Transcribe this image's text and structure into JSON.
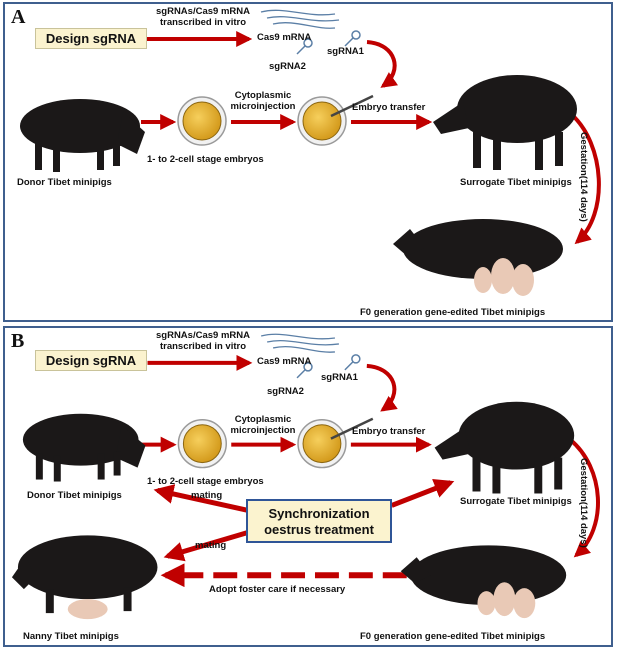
{
  "panel_a": {
    "letter": "A",
    "design_label": "Design sgRNA",
    "transcribe_label_1": "sgRNAs/Cas9 mRNA",
    "transcribe_label_2": "transcribed in vitro",
    "cas9_label": "Cas9 mRNA",
    "sgrna1_label": "sgRNA1",
    "sgrna2_label": "sgRNA2",
    "microinjection_label_1": "Cytoplasmic",
    "microinjection_label_2": "microinjection",
    "embryo_transfer_label": "Embryo transfer",
    "embryo_stage_label": "1- to 2-cell stage embryos",
    "donor_label": "Donor Tibet minipigs",
    "surrogate_label": "Surrogate Tibet minipigs",
    "gestation_label": "Gestation(114 days)",
    "f0_label": "F0 generation gene-edited Tibet minipigs"
  },
  "panel_b": {
    "letter": "B",
    "design_label": "Design sgRNA",
    "transcribe_label_1": "sgRNAs/Cas9 mRNA",
    "transcribe_label_2": "transcribed in vitro",
    "cas9_label": "Cas9 mRNA",
    "sgrna1_label": "sgRNA1",
    "sgrna2_label": "sgRNA2",
    "microinjection_label_1": "Cytoplasmic",
    "microinjection_label_2": "microinjection",
    "embryo_transfer_label": "Embryo transfer",
    "embryo_stage_label": "1- to 2-cell stage embryos",
    "donor_label": "Donor Tibet minipigs",
    "surrogate_label": "Surrogate Tibet minipigs",
    "gestation_label": "Gestation(114 days)",
    "f0_label": "F0 generation gene-edited Tibet minipigs",
    "sync_label_1": "Synchronization",
    "sync_label_2": "oestrus treatment",
    "mating_label_top": "mating",
    "mating_label_bottom": "mating",
    "foster_label": "Adopt foster care if necessary",
    "nanny_label": "Nanny Tibet minipigs"
  },
  "colors": {
    "frame": "#3f5f8e",
    "arrow_red": "#c00000",
    "embryo_gold": "#e2ad2a",
    "label_box_fill": "#fbf3cf",
    "sync_border": "#2f5597",
    "rna_blue": "#5b7fa6",
    "pig_black": "#1b1818",
    "piglet_pink": "#e9c9b6"
  }
}
